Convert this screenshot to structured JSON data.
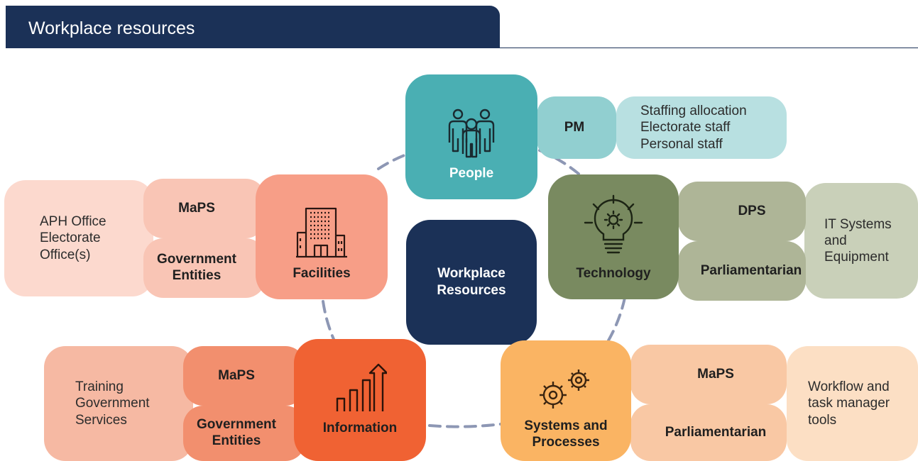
{
  "header": {
    "title": "Workplace resources"
  },
  "center": {
    "label": "Workplace\nResources"
  },
  "hubs": {
    "people": {
      "label": "People",
      "icon": "people-group-icon",
      "color": "#4aafb3"
    },
    "technology": {
      "label": "Technology",
      "icon": "lightbulb-gear-icon",
      "color": "#798a60"
    },
    "systems": {
      "label": "Systems and\nProcesses",
      "icon": "gears-icon",
      "color": "#fab463"
    },
    "information": {
      "label": "Information",
      "icon": "bar-chart-arrow-icon",
      "color": "#f06233"
    },
    "facilities": {
      "label": "Facilities",
      "icon": "office-building-icon",
      "color": "#f79e87"
    }
  },
  "people_branch": {
    "owner": "PM",
    "details": "Staffing allocation\nElectorate staff\nPersonal staff"
  },
  "technology_branch": {
    "owners": [
      "DPS",
      "Parliamentarian"
    ],
    "details": "IT Systems\nand\nEquipment"
  },
  "systems_branch": {
    "owners": [
      "MaPS",
      "Parliamentarian"
    ],
    "details": "Workflow and\ntask manager\ntools"
  },
  "information_branch": {
    "owners": [
      "MaPS",
      "Government\nEntities"
    ],
    "details": "Training\nGovernment\nServices"
  },
  "facilities_branch": {
    "owners": [
      "MaPS",
      "Government\nEntities"
    ],
    "details": "APH Office\nElectorate\nOffice(s)"
  }
}
